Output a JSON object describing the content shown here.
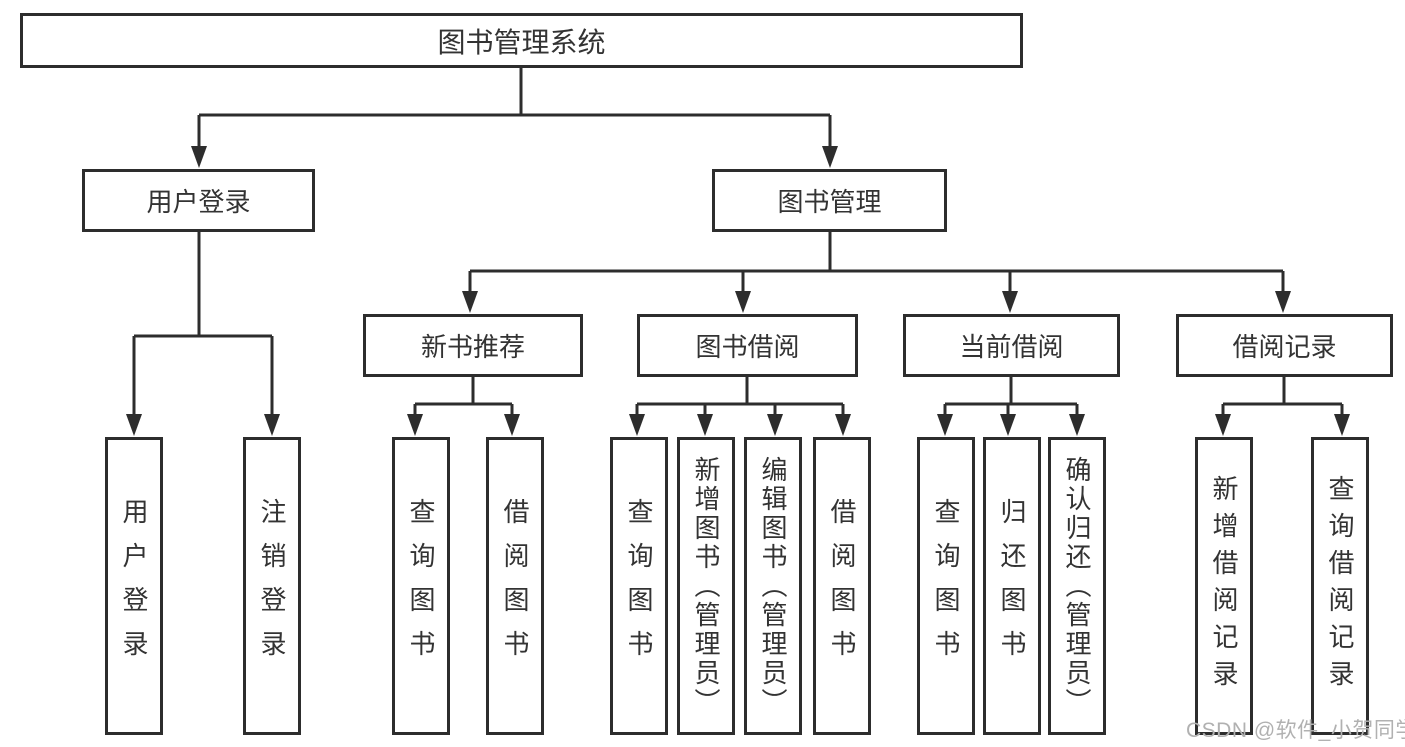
{
  "tree": {
    "root": {
      "label": "图书管理系统"
    },
    "branches": [
      {
        "label": "用户登录",
        "children": [
          {
            "label": "用户登录"
          },
          {
            "label": "注销登录"
          }
        ]
      },
      {
        "label": "图书管理",
        "children": [
          {
            "label": "新书推荐",
            "children": [
              {
                "label": "查询图书"
              },
              {
                "label": "借阅图书"
              }
            ]
          },
          {
            "label": "图书借阅",
            "children": [
              {
                "label": "查询图书"
              },
              {
                "label": "新增图书（管理员）"
              },
              {
                "label": "编辑图书（管理员）"
              },
              {
                "label": "借阅图书"
              }
            ]
          },
          {
            "label": "当前借阅",
            "children": [
              {
                "label": "查询图书"
              },
              {
                "label": "归还图书"
              },
              {
                "label": "确认归还（管理员）"
              }
            ]
          },
          {
            "label": "借阅记录",
            "children": [
              {
                "label": "新增借阅记录"
              },
              {
                "label": "查询借阅记录"
              }
            ]
          }
        ]
      }
    ]
  },
  "watermark": {
    "text": "CSDN @软件_小贺同学"
  },
  "colors": {
    "line": "#2d2d2d",
    "box_border": "#2d2d2d",
    "text": "#333333",
    "background": "#ffffff",
    "watermark": "#b1b1b1"
  }
}
